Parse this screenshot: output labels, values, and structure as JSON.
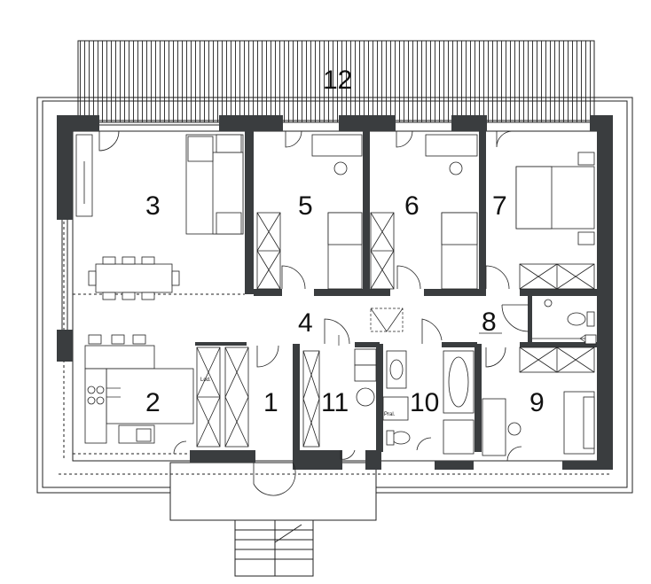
{
  "plan": {
    "colors": {
      "wall": "#3a3d3f",
      "line": "#222222",
      "background": "#ffffff"
    },
    "rooms": [
      {
        "id": "12",
        "label": "12"
      },
      {
        "id": "3",
        "label": "3"
      },
      {
        "id": "5",
        "label": "5"
      },
      {
        "id": "6",
        "label": "6"
      },
      {
        "id": "7",
        "label": "7"
      },
      {
        "id": "4",
        "label": "4"
      },
      {
        "id": "8",
        "label": "8"
      },
      {
        "id": "2",
        "label": "2"
      },
      {
        "id": "1",
        "label": "1"
      },
      {
        "id": "11",
        "label": "11"
      },
      {
        "id": "10",
        "label": "10"
      },
      {
        "id": "9",
        "label": "9"
      }
    ],
    "small_labels": {
      "pantry": "Lod.",
      "laundry": "Pral."
    }
  }
}
